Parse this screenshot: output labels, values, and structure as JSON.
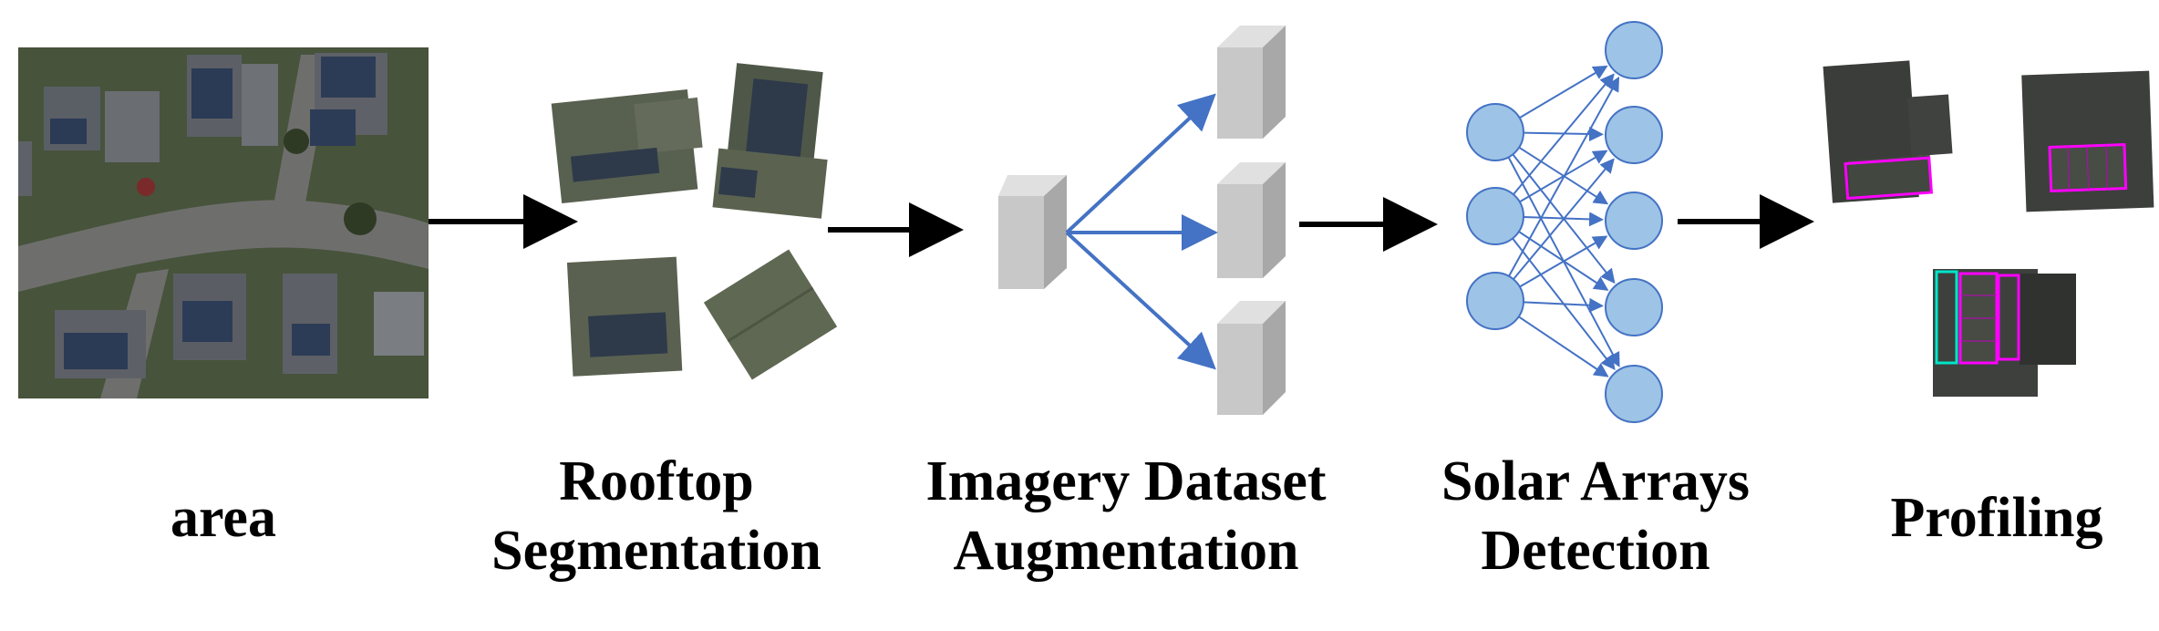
{
  "stages": [
    {
      "id": "area",
      "lines": [
        "area"
      ]
    },
    {
      "id": "rooftop-segmentation",
      "lines": [
        "Rooftop",
        "Segmentation"
      ]
    },
    {
      "id": "imagery-dataset-augmentation",
      "lines": [
        "Imagery Dataset",
        "Augmentation"
      ]
    },
    {
      "id": "solar-arrays-detection",
      "lines": [
        "Solar Arrays",
        "Detection"
      ]
    },
    {
      "id": "profiling",
      "lines": [
        "Profiling"
      ]
    }
  ],
  "colors": {
    "arrow": "#000000",
    "augmentation_arrow": "#4472C4",
    "cube_front": "#c8c8c8",
    "cube_side": "#a8a8a8",
    "cube_top": "#e0e0e0",
    "neuron_fill": "#9DC3E6",
    "neuron_stroke": "#4472C4",
    "roof": "#4f5848",
    "panel": "#2e3a4a",
    "profile_box": "#ff00ff",
    "profile_box_alt": "#00e5c8"
  },
  "icons": {
    "aerial_image": "aerial-map-image",
    "roof_tiles": "rooftop-segment-icon",
    "data_cube": "data-cube-icon",
    "network": "neural-network-icon"
  }
}
